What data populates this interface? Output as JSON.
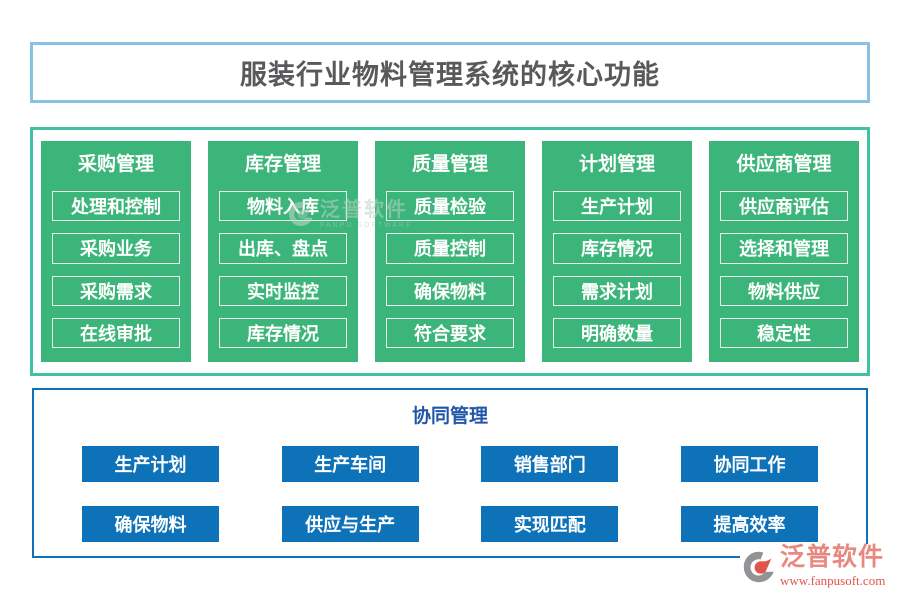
{
  "title": "服装行业物料管理系统的核心功能",
  "columns": [
    {
      "header": "采购管理",
      "items": [
        "处理和控制",
        "采购业务",
        "采购需求",
        "在线审批"
      ]
    },
    {
      "header": "库存管理",
      "items": [
        "物料入库",
        "出库、盘点",
        "实时监控",
        "库存情况"
      ]
    },
    {
      "header": "质量管理",
      "items": [
        "质量检验",
        "质量控制",
        "确保物料",
        "符合要求"
      ]
    },
    {
      "header": "计划管理",
      "items": [
        "生产计划",
        "库存情况",
        "需求计划",
        "明确数量"
      ]
    },
    {
      "header": "供应商管理",
      "items": [
        "供应商评估",
        "选择和管理",
        "物料供应",
        "稳定性"
      ]
    }
  ],
  "collaboration": {
    "title": "协同管理",
    "buttons": [
      "生产计划",
      "生产车间",
      "销售部门",
      "协同工作",
      "确保物料",
      "供应与生产",
      "实现匹配",
      "提高效率"
    ]
  },
  "watermark": {
    "brand": "泛普软件",
    "sub": "FANPU SOFTWARE"
  },
  "footer": {
    "brand": "泛普软件",
    "url": "www.fanpusoft.com"
  },
  "colors": {
    "module_green": "#3cb57a",
    "panel_teal_border": "#41c1a4",
    "title_blue_border": "#85c2e3",
    "collab_blue": "#0e72b9",
    "collab_title_blue": "#2156a8",
    "title_text_gray": "#58595b",
    "logo_pink": "#e8897f",
    "logo_red": "#e0564a"
  }
}
